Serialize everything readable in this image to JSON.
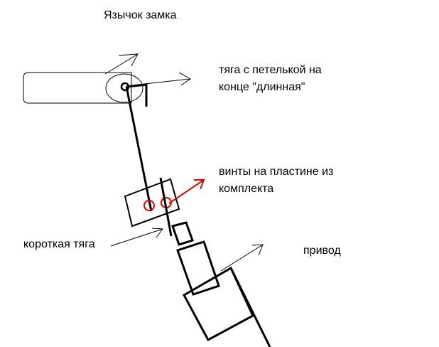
{
  "labels": {
    "latch": "Язычок замка",
    "long_rod_line1": "тяга с петелькой на",
    "long_rod_line2": "конце \"длинная\"",
    "screws_line1": "винты на пластине из",
    "screws_line2": "комплекта",
    "short_rod": "короткая тяга",
    "drive": "привод"
  },
  "colors": {
    "ink": "#000000",
    "highlight": "#e00000"
  }
}
